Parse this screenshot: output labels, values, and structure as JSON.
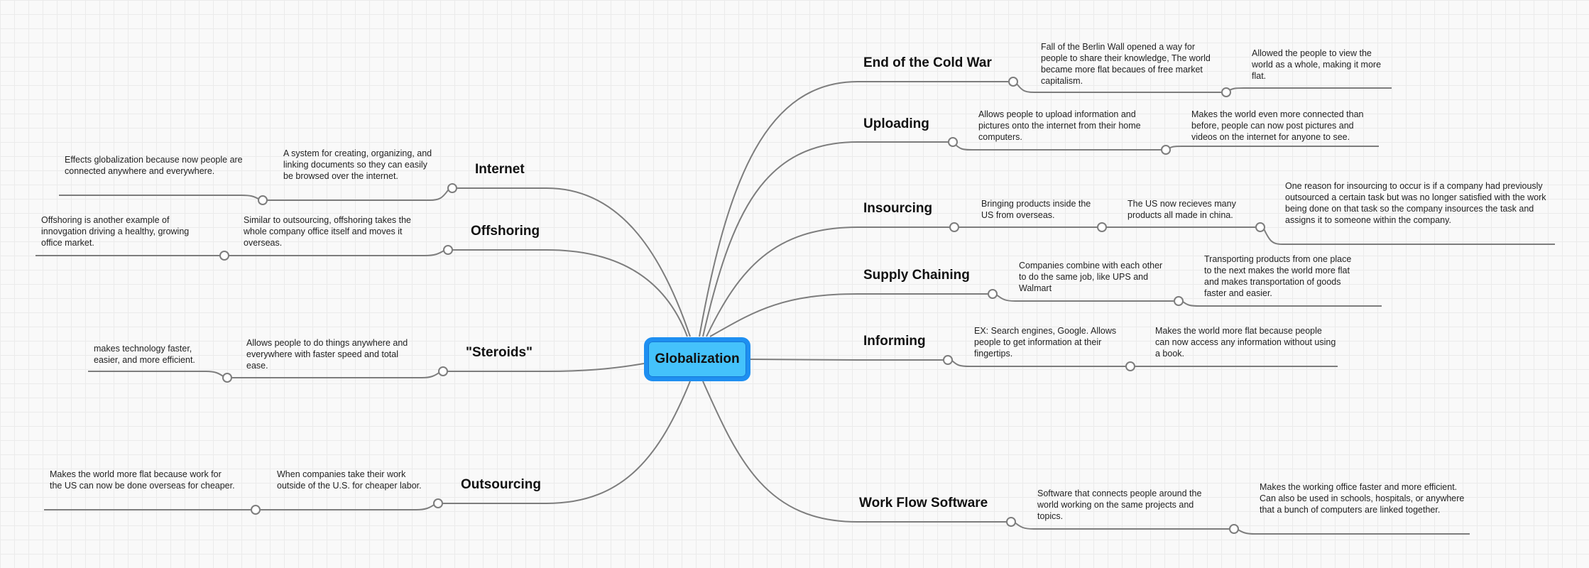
{
  "central": "Globalization",
  "branches": [
    {
      "topic": "End of the Cold War",
      "notes": [
        "Fall of the Berlin Wall opened a way for people to share their knowledge, The world became more flat becaues of free market capitalism.",
        "Allowed the people to view the world as a whole, making it more flat."
      ]
    },
    {
      "topic": "Uploading",
      "notes": [
        "Allows people to upload information and pictures onto the internet from their home computers.",
        "Makes the world even more connected than before, people can now post pictures and videos on the internet for anyone to see."
      ]
    },
    {
      "topic": "Insourcing",
      "notes": [
        "Bringing products inside the US from overseas.",
        "The US now recieves many products all made in china.",
        "One reason for insourcing to occur is if a company had previously outsourced a certain task but was no longer satisfied with the work being done on that task so the company insources the task and assigns it to someone within the company."
      ]
    },
    {
      "topic": "Supply Chaining",
      "notes": [
        "Companies combine with each other to do the same job, like UPS and Walmart",
        "Transporting products from one place to the next makes the world more flat and makes transportation of goods faster and easier."
      ]
    },
    {
      "topic": "Informing",
      "notes": [
        "EX: Search engines, Google. Allows people to get information at their fingertips.",
        "Makes the world more flat because people can now access any information without using a book."
      ]
    },
    {
      "topic": "Work Flow Software",
      "notes": [
        "Software that connects people around the world working on the same projects and topics.",
        "Makes the working office faster and more efficient. Can also be used in schools, hospitals, or anywhere that a bunch of computers are linked together."
      ]
    },
    {
      "topic": "Internet",
      "notes": [
        "A system for creating, organizing, and linking documents so they can easily be browsed over the internet.",
        "Effects globalization because now people are connected anywhere and everywhere."
      ]
    },
    {
      "topic": "Offshoring",
      "notes": [
        "Similar to outsourcing, offshoring takes the whole company office itself and moves it overseas.",
        "Offshoring is another example of innovgation driving a healthy, growing office market."
      ]
    },
    {
      "topic": "\"Steroids\"",
      "notes": [
        "Allows people to do things anywhere and everywhere with faster speed and total ease.",
        "makes technology faster, easier, and more efficient."
      ]
    },
    {
      "topic": "Outsourcing",
      "notes": [
        "When companies take their work outside of the U.S. for cheaper labor.",
        "Makes the world more flat because work for the US can now be done overseas for cheaper."
      ]
    }
  ]
}
